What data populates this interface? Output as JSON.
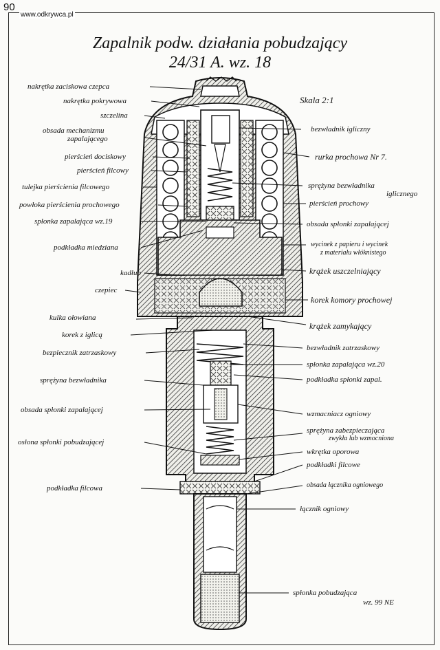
{
  "page_number": "90",
  "watermark": "www.odkrywca.pl",
  "title_line1": "Zapalnik podw. działania pobudzający",
  "title_line2": "24/31 A. wz. 18",
  "scale": "Skala 2:1",
  "labels_left": [
    "nakrętka zaciskowa czepca",
    "nakrętka pokrywowa",
    "szczelina",
    "obsada mechanizmu",
    "zapalającego",
    "pierścień dociskowy",
    "pierścień filcowy",
    "tulejka pierścienia filcowego",
    "powłoka pierścienia prochowego",
    "spłonka zapalająca wz.19",
    "podkładka miedziana",
    "kadłub",
    "czepiec",
    "kulka ołowiana",
    "korek z iglicą",
    "bezpiecznik zatrzaskowy",
    "sprężyna bezwładnika",
    "obsada spłonki zapalającej",
    "osłona spłonki pobudzającej",
    "podkładka filcowa"
  ],
  "labels_right": [
    "bezwładnik igliczny",
    "rurka prochowa Nr 7.",
    "sprężyna bezwładnika",
    "iglicznego",
    "pierścień prochowy",
    "obsada spłonki zapalającej",
    "wycinek z papieru i wycinek",
    "z materiału włóknistego",
    "krążek uszczelniający",
    "korek komory prochowej",
    "krążek zamykający",
    "bezwładnik zatrzaskowy",
    "spłonka zapalająca wz.20",
    "podkładka spłonki zapal.",
    "wzmacniacz ogniowy",
    "sprężyna zabezpieczająca",
    "zwykła lub wzmocniona",
    "wkrętka oporowa",
    "podkładki filcowe",
    "obsada łącznika ogniowego",
    "łącznik ogniowy",
    "spłonka pobudzająca",
    "wz. 99 NE"
  ]
}
